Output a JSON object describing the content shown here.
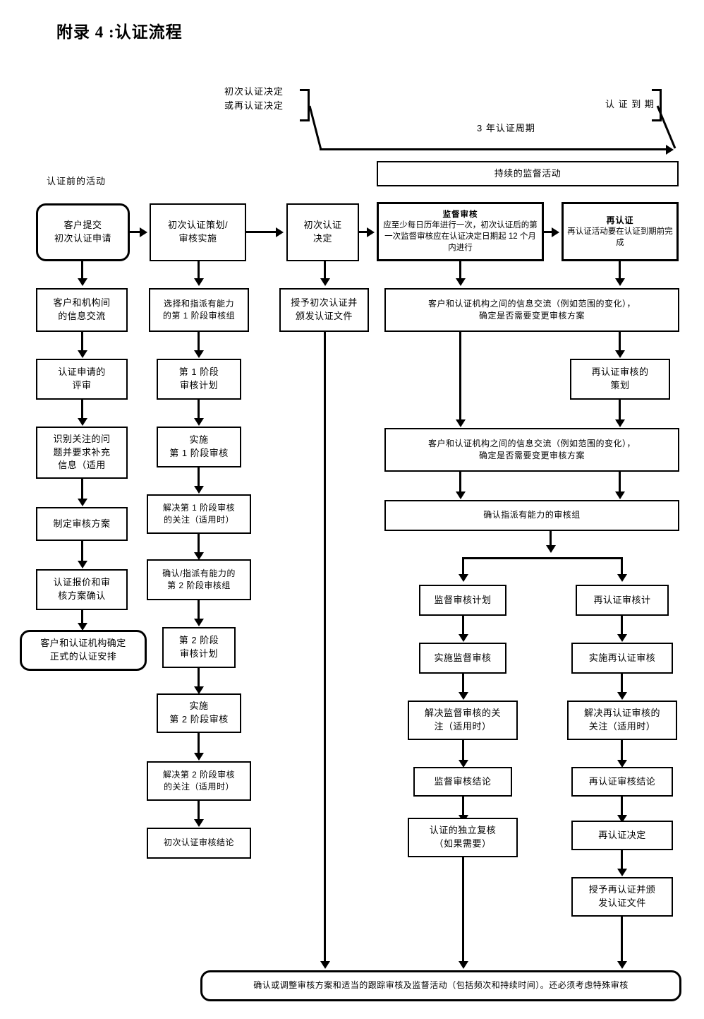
{
  "document": {
    "title": "附录 4 :认证流程"
  },
  "timeline": {
    "left_label_line1": "初次认证决定",
    "left_label_line2": "或再认证决定",
    "right_label": "认 证 到 期",
    "cycle_label": "3 年认证周期"
  },
  "sections": {
    "pre_certification": "认证前的活动",
    "ongoing_surveillance": "持续的监督活动"
  },
  "top_row": [
    {
      "id": "client-submits",
      "text_line1": "客户提交",
      "text_line2": "初次认证申请"
    },
    {
      "id": "initial-planning",
      "text_line1": "初次认证策划/",
      "text_line2": "审核实施"
    },
    {
      "id": "initial-decision",
      "text_line1": "初次认证",
      "text_line2": "决定"
    },
    {
      "id": "surveillance-audit",
      "header": "监督审核",
      "body": "应至少每日历年进行一次，初次认证后的第一次监督审核应在认证决定日期起 12 个月内进行"
    },
    {
      "id": "recertification",
      "header": "再认证",
      "body": "再认证活动要在认证到期前完成"
    }
  ],
  "column_1": [
    {
      "id": "info-exchange",
      "text_line1": "客户和机构间",
      "text_line2": "的信息交流"
    },
    {
      "id": "application-review",
      "text_line1": "认证申请的",
      "text_line2": "评审"
    },
    {
      "id": "identify-concerns",
      "text_line1": "识别关注的问",
      "text_line2": "题并要求补充",
      "text_line3": "信息（适用"
    },
    {
      "id": "develop-audit-program",
      "text_line1": "制定审核方案"
    },
    {
      "id": "quotation-confirm",
      "text_line1": "认证报价和审",
      "text_line2": "核方案确认"
    },
    {
      "id": "formal-arrangement",
      "text_line1": "客户和认证机构确定",
      "text_line2": "正式的认证安排"
    }
  ],
  "column_2": [
    {
      "id": "select-stage1-team",
      "text_line1": "选择和指派有能力",
      "text_line2": "的第 1 阶段审核组"
    },
    {
      "id": "stage1-plan",
      "text_line1": "第 1 阶段",
      "text_line2": "审核计划"
    },
    {
      "id": "stage1-execute",
      "text_line1": "实施",
      "text_line2": "第 1 阶段审核"
    },
    {
      "id": "stage1-resolve",
      "text_line1": "解决第 1 阶段审核",
      "text_line2": "的关注（适用时）"
    },
    {
      "id": "confirm-stage2-team",
      "text_line1": "确认/指派有能力的",
      "text_line2": "第 2 阶段审核组"
    },
    {
      "id": "stage2-plan",
      "text_line1": "第 2 阶段",
      "text_line2": "审核计划"
    },
    {
      "id": "stage2-execute",
      "text_line1": "实施",
      "text_line2": "第 2 阶段审核"
    },
    {
      "id": "stage2-resolve",
      "text_line1": "解决第 2 阶段审核",
      "text_line2": "的关注（适用时）"
    },
    {
      "id": "initial-conclusion",
      "text_line1": "初次认证审核结论"
    }
  ],
  "column_3": [
    {
      "id": "grant-certification",
      "text_line1": "授予初次认证并",
      "text_line2": "颁发认证文件"
    }
  ],
  "surveillance_block": {
    "info_exchange_1": {
      "text_line1": "客户和认证机构之间的信息交流（例如范围的变化），",
      "text_line2": "确定是否需要变更审核方案"
    },
    "recert_planning": {
      "text_line1": "再认证审核的",
      "text_line2": "策划"
    },
    "info_exchange_2": {
      "text_line1": "客户和认证机构之间的信息交流（例如范围的变化），",
      "text_line2": "确定是否需要变更审核方案"
    },
    "confirm_team": {
      "text_line1": "确认指派有能力的审核组"
    }
  },
  "surveillance_column": [
    {
      "id": "surveillance-plan",
      "text_line1": "监督审核计划"
    },
    {
      "id": "surveillance-execute",
      "text_line1": "实施监督审核"
    },
    {
      "id": "surveillance-resolve",
      "text_line1": "解决监督审核的关",
      "text_line2": "注（适用时）"
    },
    {
      "id": "surveillance-conclusion",
      "text_line1": "监督审核结论"
    },
    {
      "id": "independent-review",
      "text_line1": "认证的独立复核",
      "text_line2": "（如果需要）"
    }
  ],
  "recert_column": [
    {
      "id": "recert-plan",
      "text_line1": "再认证审核计"
    },
    {
      "id": "recert-execute",
      "text_line1": "实施再认证审核"
    },
    {
      "id": "recert-resolve",
      "text_line1": "解决再认证审核的",
      "text_line2": "关注（适用时）"
    },
    {
      "id": "recert-conclusion",
      "text_line1": "再认证审核结论"
    },
    {
      "id": "recert-decision",
      "text_line1": "再认证决定"
    },
    {
      "id": "grant-recert",
      "text_line1": "授予再认证并颁",
      "text_line2": "发认证文件"
    }
  ],
  "footer_box": {
    "text": "确认或调整审核方案和适当的跟踪审核及监督活动（包括频次和持续时间）。还必须考虑特殊审核"
  },
  "colors": {
    "line": "#000000",
    "background": "#ffffff",
    "text": "#000000"
  }
}
